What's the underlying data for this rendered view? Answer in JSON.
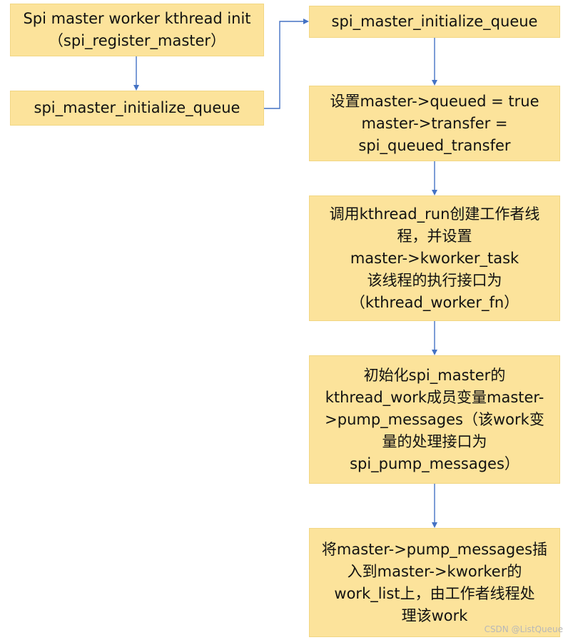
{
  "diagram": {
    "nodes": [
      {
        "id": "box1",
        "text": "Spi master worker kthread init\n（spi_register_master）"
      },
      {
        "id": "box2",
        "text": "spi_master_initialize_queue"
      },
      {
        "id": "box3",
        "text": "spi_master_initialize_queue"
      },
      {
        "id": "box4",
        "text": "设置master->queued = true\nmaster->transfer =\nspi_queued_transfer"
      },
      {
        "id": "box5",
        "text": "调用kthread_run创建工作者线\n程，并设置\nmaster->kworker_task\n该线程的执行接口为\n（kthread_worker_fn）"
      },
      {
        "id": "box6",
        "text": "初始化spi_master的\nkthread_work成员变量master-\n>pump_messages（该work变\n量的处理接口为\nspi_pump_messages）"
      },
      {
        "id": "box7",
        "text": "将master->pump_messages插\n入到master->kworker的\nwork_list上，由工作者线程处\n理该work"
      }
    ],
    "edges": [
      {
        "from": "box1",
        "to": "box2"
      },
      {
        "from": "box2",
        "to": "box3"
      },
      {
        "from": "box3",
        "to": "box4"
      },
      {
        "from": "box4",
        "to": "box5"
      },
      {
        "from": "box5",
        "to": "box6"
      },
      {
        "from": "box6",
        "to": "box7"
      }
    ],
    "connector_color": "#4472c4",
    "box_fill": "#fce39b"
  },
  "watermark": "CSDN @ListQueue"
}
